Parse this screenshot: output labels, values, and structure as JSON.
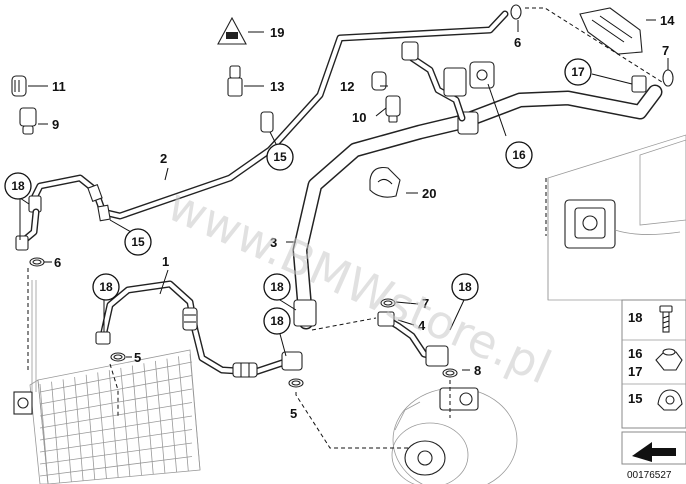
{
  "watermark": "www.BMWstore.pl",
  "reference_number": "00176527",
  "callouts": {
    "c1": "1",
    "c2": "2",
    "c3": "3",
    "c4": "4",
    "c5a": "5",
    "c5b": "5",
    "c6a": "6",
    "c6b": "6",
    "c7a": "7",
    "c7b": "7",
    "c8": "8",
    "c9": "9",
    "c10": "10",
    "c11": "11",
    "c12": "12",
    "c13": "13",
    "c14": "14",
    "c19": "19",
    "c20": "20"
  },
  "circled": {
    "k15a": "15",
    "k15b": "15",
    "k16": "16",
    "k17": "17",
    "k18a": "18",
    "k18b": "18",
    "k18c": "18",
    "k18d": "18",
    "k18e": "18"
  },
  "legend": {
    "l18": "18",
    "l16": "16",
    "l17": "17",
    "l15": "15"
  }
}
